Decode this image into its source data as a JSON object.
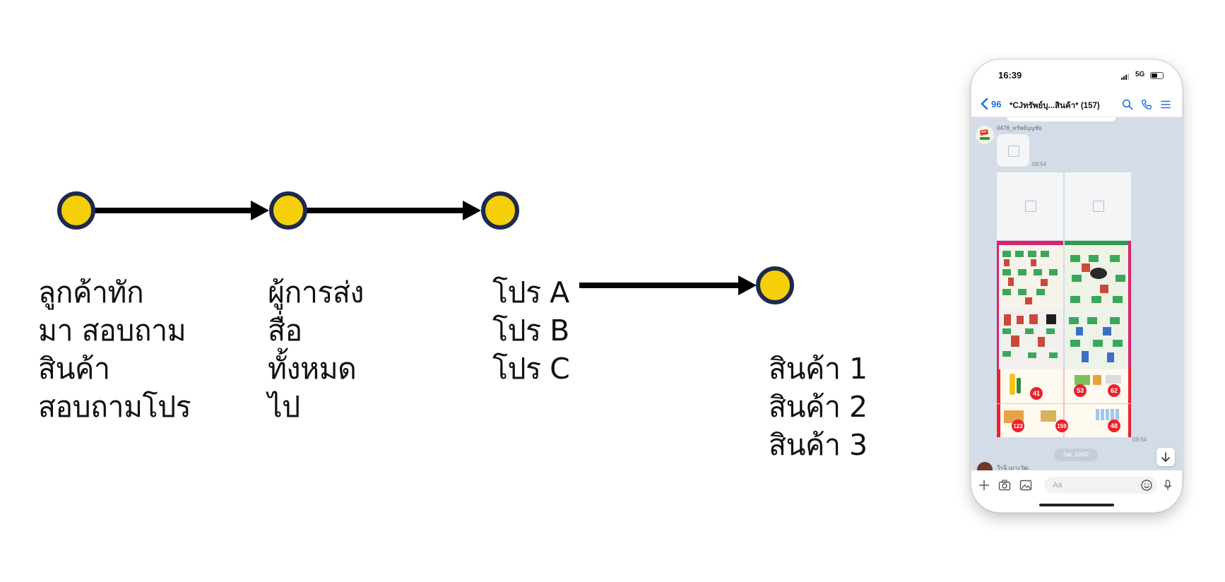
{
  "diagram": {
    "node_color": "#f5d00a",
    "node_border_color": "#1c2a4e",
    "arrow_color": "#000000",
    "steps": [
      {
        "lines": [
          "ลูกค้าทัก",
          "มา สอบถาม",
          "สินค้า",
          "สอบถามโปร"
        ]
      },
      {
        "lines": [
          "ผู้การส่ง",
          "สื่อ",
          "ทั้งหมด",
          "ไป"
        ]
      },
      {
        "lines": [
          "โปร A",
          "โปร B",
          "โปร C"
        ]
      },
      {
        "lines": [
          "สินค้า 1",
          "สินค้า 2",
          "สินค้า 3"
        ]
      }
    ]
  },
  "phone": {
    "status": {
      "time": "16:39",
      "network": "5G"
    },
    "header": {
      "back_count": "96",
      "title": "*CJทรัพย์บุ...สินค้า* (157)"
    },
    "messages": {
      "sender_name": "0478_ทรัพย์บุญชัย",
      "time_1": "09:54",
      "time_2": "09:54",
      "date_separator": "Sat, 10/02",
      "next_sender": "วีรนี เมาะวัฒ"
    },
    "composer": {
      "placeholder": "Aa"
    },
    "accent_color": "#1d6fe0",
    "chat_background": "#d3dce7",
    "icons": [
      "back-chevron-icon",
      "search-icon",
      "phone-call-icon",
      "menu-icon",
      "image-placeholder-icon",
      "scroll-down-arrow-icon",
      "plus-icon",
      "camera-icon",
      "gallery-icon",
      "emoji-icon",
      "microphone-icon"
    ]
  }
}
